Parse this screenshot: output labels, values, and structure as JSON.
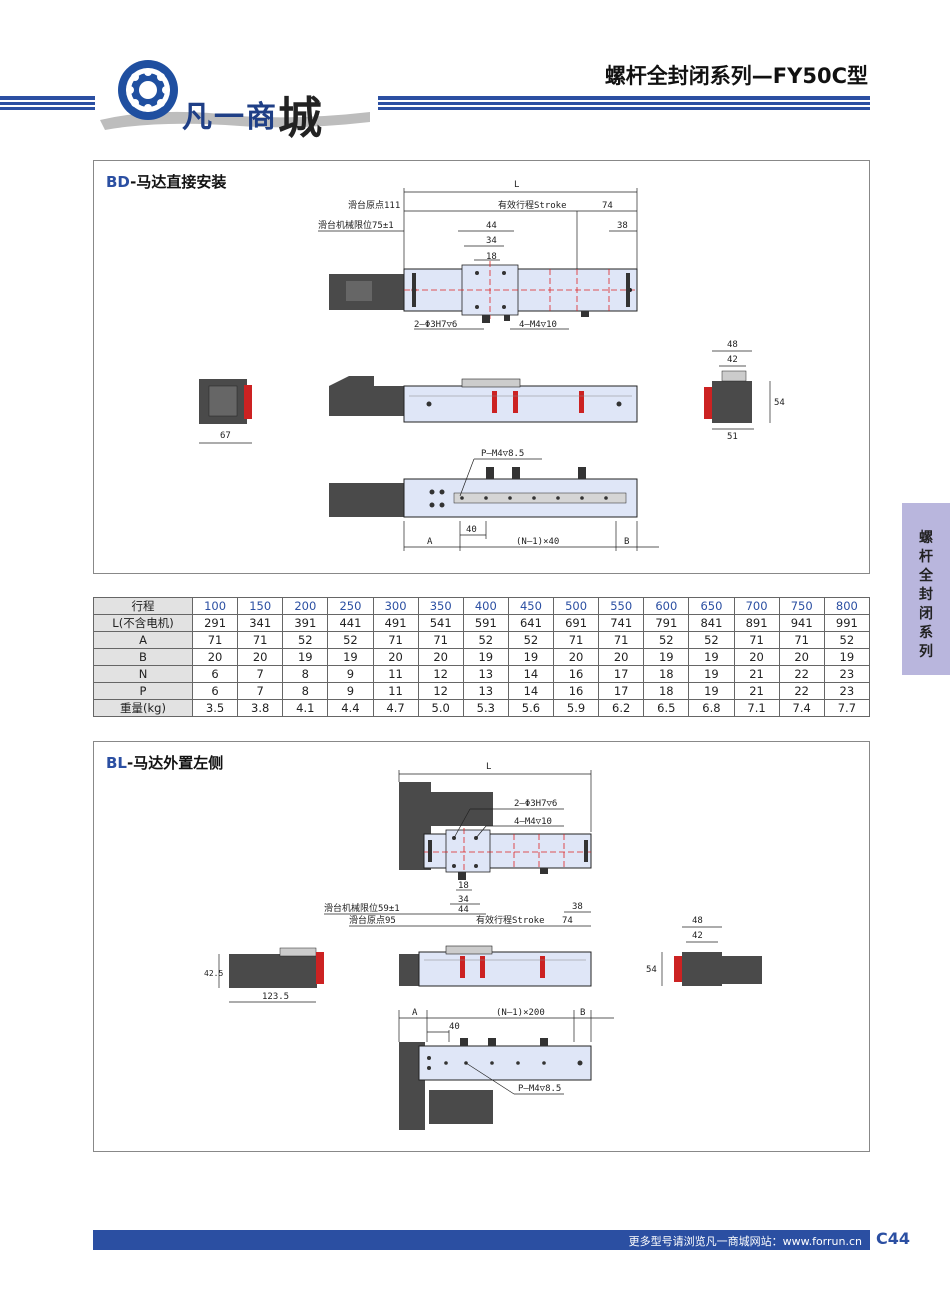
{
  "header": {
    "logo_text": "凡一商",
    "logo_text_big": "城",
    "title": "螺杆全封闭系列—FY50C型"
  },
  "bd": {
    "code": "BD",
    "title": "-马达直接安装",
    "dims": {
      "L": "L",
      "origin": "滑台原点111",
      "stroke": "有效行程Stroke",
      "d74": "74",
      "limit": "滑台机械限位75±1",
      "d44": "44",
      "d34": "34",
      "d38": "38",
      "d18": "18",
      "hole": "2—Φ3H7▽6",
      "tap": "4—M4▽10",
      "d48": "48",
      "d42": "42",
      "d54": "54",
      "d51": "51",
      "d67": "67",
      "pm4": "P—M4▽8.5",
      "d40": "40",
      "A": "A",
      "pitch": "(N—1)×40",
      "B": "B"
    }
  },
  "table": {
    "header_stroke": "行程",
    "strokes": [
      "100",
      "150",
      "200",
      "250",
      "300",
      "350",
      "400",
      "450",
      "500",
      "550",
      "600",
      "650",
      "700",
      "750",
      "800"
    ],
    "rows": [
      {
        "label": "L(不含电机)",
        "values": [
          "291",
          "341",
          "391",
          "441",
          "491",
          "541",
          "591",
          "641",
          "691",
          "741",
          "791",
          "841",
          "891",
          "941",
          "991"
        ]
      },
      {
        "label": "A",
        "values": [
          "71",
          "71",
          "52",
          "52",
          "71",
          "71",
          "52",
          "52",
          "71",
          "71",
          "52",
          "52",
          "71",
          "71",
          "52"
        ]
      },
      {
        "label": "B",
        "values": [
          "20",
          "20",
          "19",
          "19",
          "20",
          "20",
          "19",
          "19",
          "20",
          "20",
          "19",
          "19",
          "20",
          "20",
          "19"
        ]
      },
      {
        "label": "N",
        "values": [
          "6",
          "7",
          "8",
          "9",
          "11",
          "12",
          "13",
          "14",
          "16",
          "17",
          "18",
          "19",
          "21",
          "22",
          "23"
        ]
      },
      {
        "label": "P",
        "values": [
          "6",
          "7",
          "8",
          "9",
          "11",
          "12",
          "13",
          "14",
          "16",
          "17",
          "18",
          "19",
          "21",
          "22",
          "23"
        ]
      },
      {
        "label": "重量(kg)",
        "values": [
          "3.5",
          "3.8",
          "4.1",
          "4.4",
          "4.7",
          "5.0",
          "5.3",
          "5.6",
          "5.9",
          "6.2",
          "6.5",
          "6.8",
          "7.1",
          "7.4",
          "7.7"
        ]
      }
    ]
  },
  "bl": {
    "code": "BL",
    "title": "-马达外置左侧",
    "dims": {
      "L": "L",
      "hole": "2—Φ3H7▽6",
      "tap": "4—M4▽10",
      "d18": "18",
      "d34": "34",
      "d44": "44",
      "d38": "38",
      "limit": "滑台机械限位59±1",
      "origin": "滑台原点95",
      "stroke": "有效行程Stroke",
      "d74": "74",
      "d42_5": "42.5",
      "d123_5": "123.5",
      "d48": "48",
      "d42": "42",
      "d54": "54",
      "A": "A",
      "pitch": "(N—1)×200",
      "B": "B",
      "d40": "40",
      "pm4": "P—M4▽8.5"
    }
  },
  "side_tab": "螺杆全封闭系列",
  "footer": {
    "text": "更多型号请浏览凡一商城网站：www.forrun.cn",
    "page": "C44"
  },
  "colors": {
    "brand_blue": "#2b4fa2",
    "tab_purple": "#b9b6dd",
    "rail_blue": "#dfe6f7",
    "motor_gray": "#444444"
  }
}
